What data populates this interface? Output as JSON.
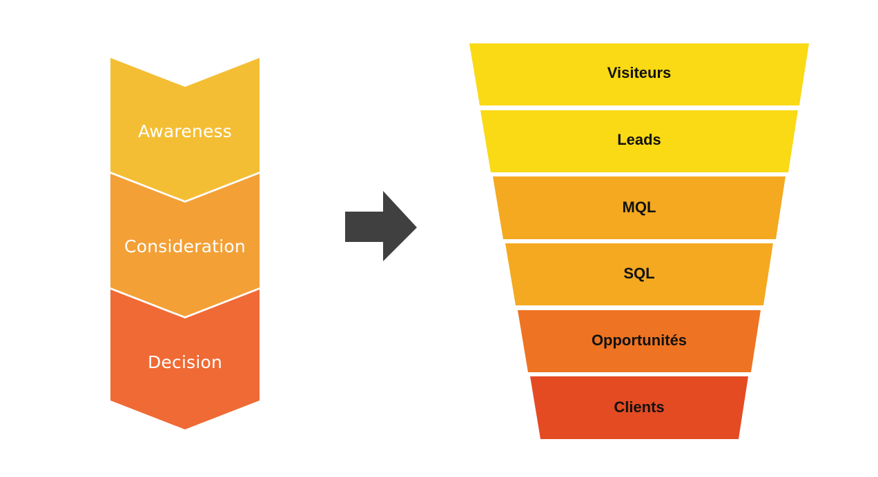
{
  "stages": [
    {
      "label": "Awareness",
      "color": "#F4BE34"
    },
    {
      "label": "Consideration",
      "color": "#F3A036"
    },
    {
      "label": "Decision",
      "color": "#EF6A34"
    }
  ],
  "funnel": [
    {
      "label": "Visiteurs",
      "color": "#FAD915"
    },
    {
      "label": "Leads",
      "color": "#FAD915"
    },
    {
      "label": "MQL",
      "color": "#F4A921"
    },
    {
      "label": "SQL",
      "color": "#F4A921"
    },
    {
      "label": "Opportunités",
      "color": "#EE7322"
    },
    {
      "label": "Clients",
      "color": "#E44B22"
    }
  ],
  "arrow": {
    "icon": "right-arrow-icon",
    "color": "#404040"
  }
}
